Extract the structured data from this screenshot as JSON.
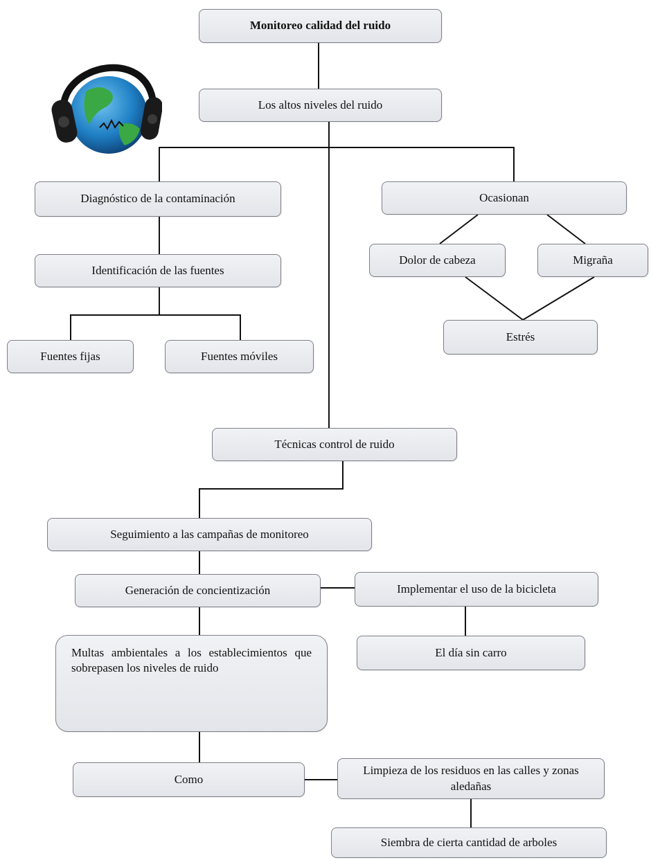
{
  "nodes": {
    "root": "Monitoreo calidad del ruido",
    "altos_niveles": "Los altos niveles del ruido",
    "diagnostico": "Diagnóstico de la contaminación",
    "identificacion": "Identificación de las fuentes",
    "fuentes_fijas": "Fuentes fijas",
    "fuentes_moviles": "Fuentes móviles",
    "ocasionan": "Ocasionan",
    "dolor_cabeza": "Dolor de cabeza",
    "migrana": "Migraña",
    "estres": "Estrés",
    "tecnicas": "Técnicas control de ruido",
    "seguimiento": "Seguimiento a las campañas de monitoreo",
    "generacion": "Generación de concientización",
    "implementar": "Implementar el uso de la bicicleta",
    "dia_sin_carro": "El día sin carro",
    "multas": "Multas ambientales a los establecimientos que sobrepasen los niveles de ruido",
    "como": "Como",
    "limpieza": "Limpieza de los residuos en las calles y zonas aledañas",
    "siembra": "Siembra de cierta cantidad de arboles"
  },
  "icon": "headphones-globe-icon"
}
